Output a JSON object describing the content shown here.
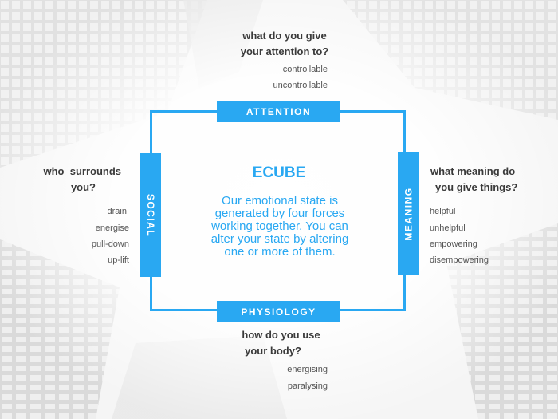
{
  "diagram": {
    "title": "ECUBE",
    "description": "Our emotional state is generated by four forces working together. You can alter your state by altering one or more of them.",
    "accent_color": "#29a8f2",
    "forces": {
      "attention": {
        "label": "ATTENTION",
        "question_line1": "what do you give",
        "question_line2": "your attention to?",
        "items": [
          "controllable",
          "uncontrollable"
        ]
      },
      "social": {
        "label": "SOCIAL",
        "question_line1": "who  surrounds",
        "question_line2": "you?",
        "items": [
          "drain",
          "energise",
          "pull-down",
          "up-lift"
        ]
      },
      "meaning": {
        "label": "MEANING",
        "question_line1": "what meaning do",
        "question_line2": "you give things?",
        "items": [
          "helpful",
          "unhelpful",
          "empowering",
          "disempowering"
        ]
      },
      "physiology": {
        "label": "PHYSIOLOGY",
        "question_line1": "how do you use",
        "question_line2": "your body?",
        "items": [
          "energising",
          "paralysing"
        ]
      }
    }
  }
}
